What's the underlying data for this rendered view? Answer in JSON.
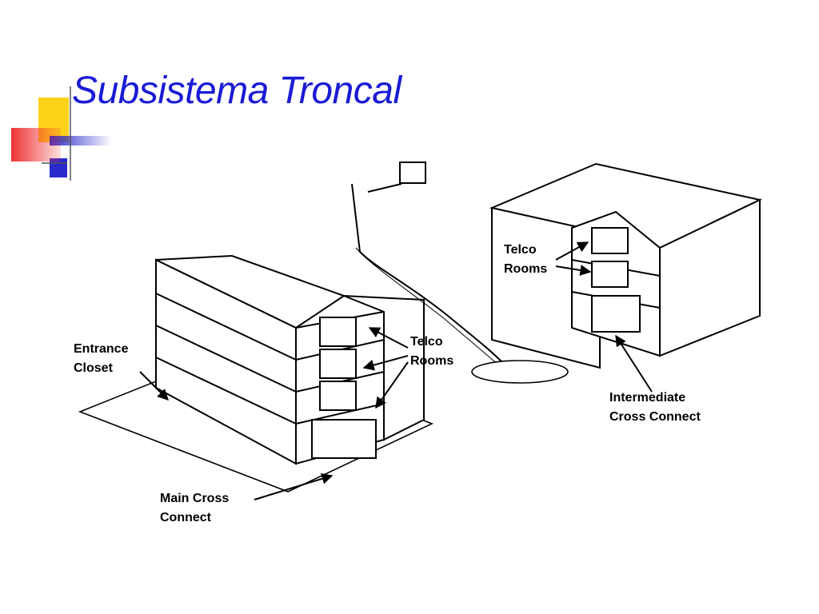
{
  "slide": {
    "title": "Subsistema Troncal"
  },
  "colors": {
    "title": "#1a1ad6",
    "accent_yellow": "#ffd21a",
    "accent_red": "#ee3333",
    "accent_blue": "#2a2acc"
  },
  "diagram": {
    "labels": {
      "entrance_closet_1": "Entrance",
      "entrance_closet_2": "Closet",
      "telco_rooms_left_1": "Telco",
      "telco_rooms_left_2": "Rooms",
      "telco_rooms_right_1": "Telco",
      "telco_rooms_right_2": "Rooms",
      "main_cross_connect_1": "Main Cross",
      "main_cross_connect_2": "Connect",
      "intermediate_cross_connect_1": "Intermediate",
      "intermediate_cross_connect_2": "Cross Connect"
    }
  }
}
